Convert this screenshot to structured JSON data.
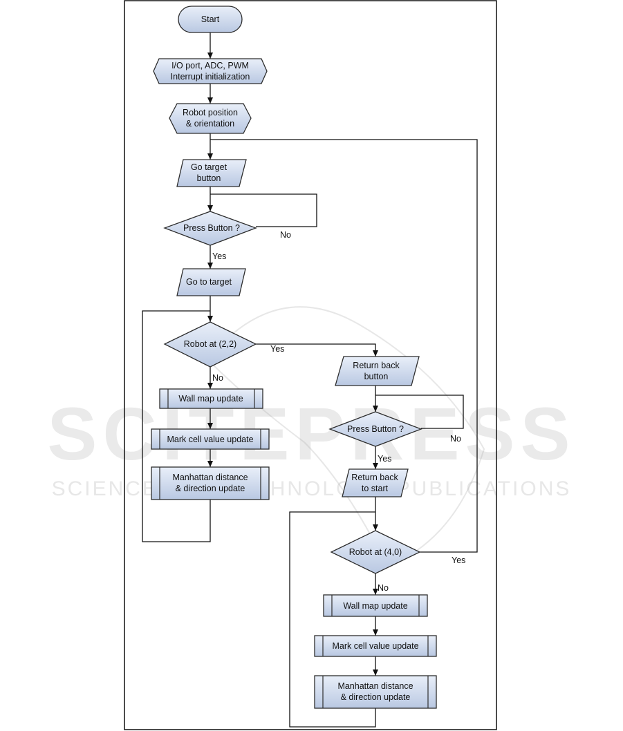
{
  "watermark": {
    "main": "SCITEPRESS",
    "sub": "SCIENCE AND TECHNOLOGY PUBLICATIONS"
  },
  "nodes": {
    "start": "Start",
    "init": "I/O port, ADC, PWM\nInterrupt initialization",
    "robot_pos": "Robot position\n& orientation",
    "go_target_button": "Go target\nbutton",
    "press_button_1": "Press Button ?",
    "go_to_target": "Go to target",
    "robot_at_22": "Robot at (2,2)",
    "wall_map_1": "Wall map update",
    "mark_cell_1": "Mark cell value update",
    "manhattan_1": "Manhattan distance\n& direction update",
    "return_back_button": "Return back\nbutton",
    "press_button_2": "Press Button ?",
    "return_back_start": "Return back\nto start",
    "robot_at_40": "Robot at (4,0)",
    "wall_map_2": "Wall map update",
    "mark_cell_2": "Mark cell value update",
    "manhattan_2": "Manhattan distance\n& direction update"
  },
  "edge_labels": {
    "no_1": "No",
    "yes_1": "Yes",
    "yes_22": "Yes",
    "no_22": "No",
    "no_2": "No",
    "yes_2": "Yes",
    "yes_40": "Yes",
    "no_40": "No"
  }
}
